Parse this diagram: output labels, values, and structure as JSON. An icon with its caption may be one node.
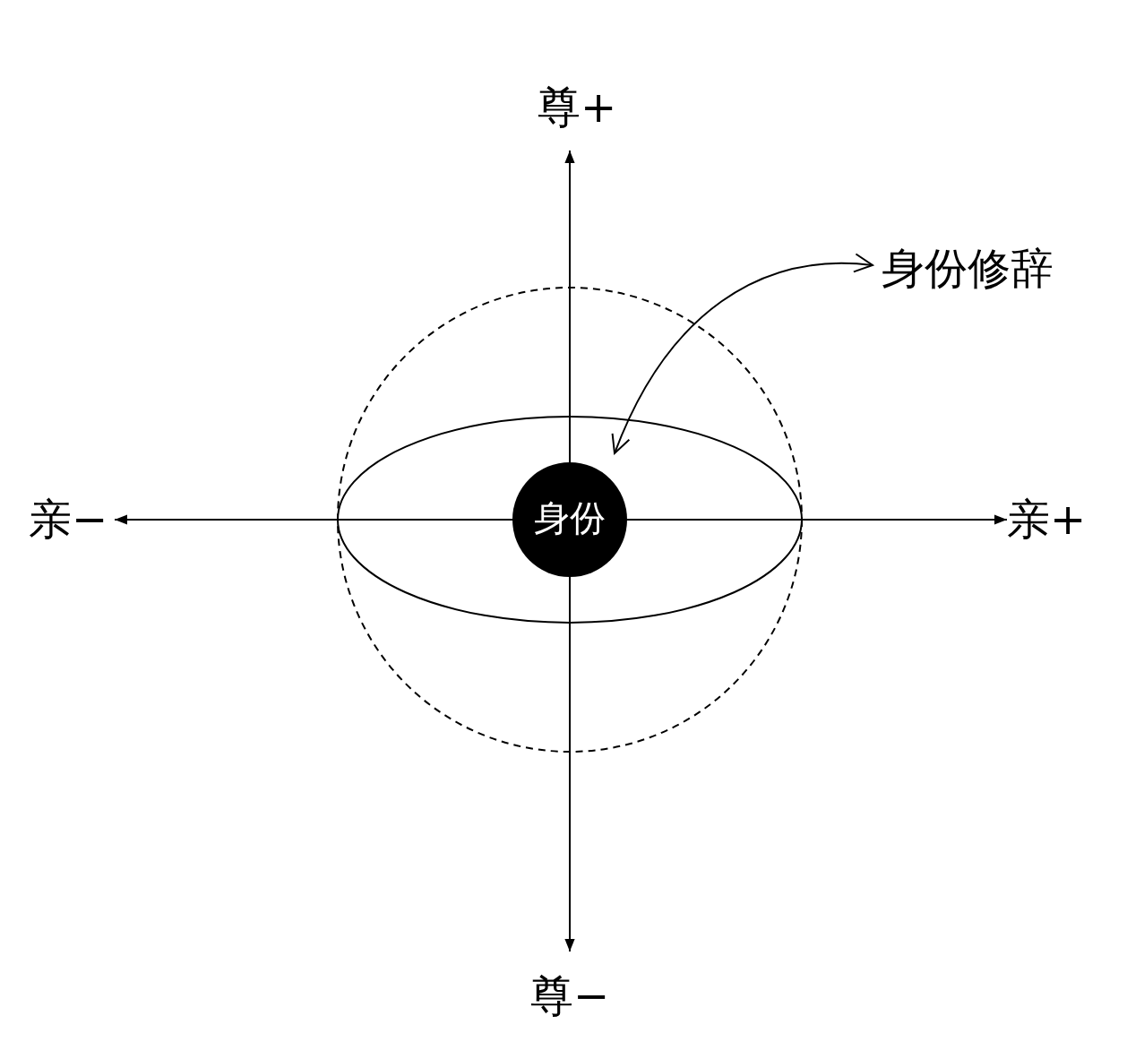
{
  "diagram": {
    "nodes": [
      {
        "text": [],
        "shape": "circle"
      },
      {
        "text": [],
        "shape": "ellipse",
        "in": 0
      },
      {
        "text": [
          "身份"
        ],
        "in": 1
      },
      {
        "text": [
          "身份修辞"
        ]
      }
    ],
    "edges": [
      {
        "from": 3,
        "to": 1,
        "arrow": "both"
      }
    ],
    "labels": [
      "尊+",
      "亲−",
      "亲+",
      "尊−"
    ]
  }
}
